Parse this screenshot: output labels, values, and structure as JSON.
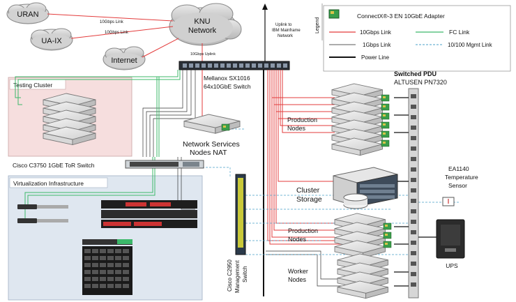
{
  "clouds": {
    "uran": "URAN",
    "uaix": "UA-IX",
    "knu": [
      "KNU",
      "Network"
    ],
    "internet": "Internet"
  },
  "links": {
    "l1": "10Gbps Link",
    "l2": "10Gbps Link",
    "uplink": "10Gbps Uplink",
    "mainframe": [
      "Uplink to",
      "IBM Mainframe",
      "Network"
    ]
  },
  "legend": {
    "title": "Legend",
    "adapter": "ConnectX®-3 EN 10GbE Adapter",
    "l10g": "10Gbps Link",
    "fc": "FC Link",
    "l1g": "1Gbps Link",
    "mgmt": "10/100 Mgmt Link",
    "power": "Power Line"
  },
  "switch": [
    "Mellanox SX1016",
    "64x10GbE Switch"
  ],
  "pdu": [
    "Switched PDU",
    "ALTUSEN PN7320"
  ],
  "testing_cluster": "Testing Cluster",
  "network_services": [
    "Network Services",
    "Nodes NAT"
  ],
  "cisco_3750": "Cisco C3750 1GbE ToR Switch",
  "virtualization": "Virtualization Infrastructure",
  "production_top": [
    "Production",
    "Nodes"
  ],
  "cluster_storage": [
    "Cluster",
    "Storage"
  ],
  "production_bottom": [
    "Production",
    "Nodes"
  ],
  "worker_nodes": [
    "Worker",
    "Nodes"
  ],
  "cisco_2950": [
    "Cisco C2950",
    "Management",
    "Switch"
  ],
  "temp_sensor": [
    "EA1140",
    "Temperature",
    "Sensor"
  ],
  "ups": "UPS",
  "colors": {
    "link10g": "#e33b3b",
    "fc": "#3cb86a",
    "mgmt": "#4aa0c8",
    "testing_bg": "#f6dede",
    "virt_bg": "#dfe7f0"
  }
}
